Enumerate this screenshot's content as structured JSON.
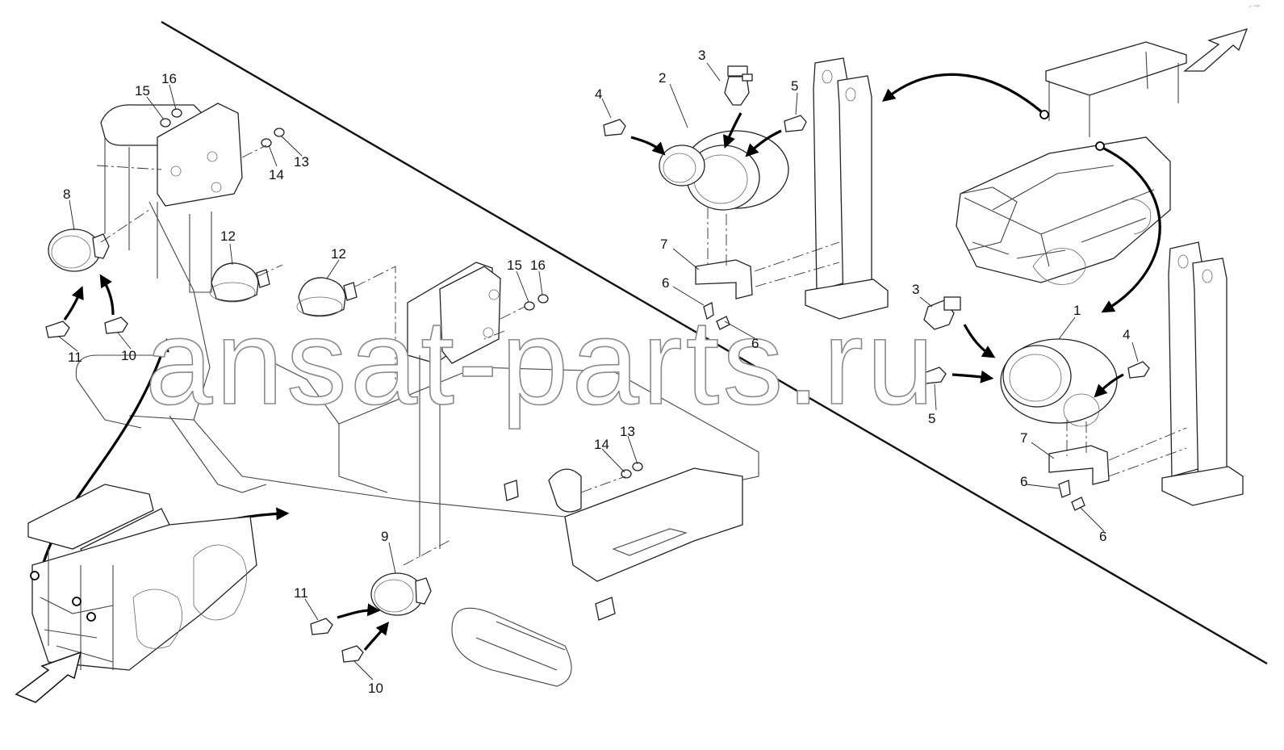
{
  "diagram": {
    "corner_mark": "⌐ ⁿⁿⁿ",
    "watermark": "ansat-parts.ru",
    "callouts": [
      {
        "id": "c1",
        "text": "1"
      },
      {
        "id": "c2",
        "text": "2"
      },
      {
        "id": "c3a",
        "text": "3"
      },
      {
        "id": "c3b",
        "text": "3"
      },
      {
        "id": "c4a",
        "text": "4"
      },
      {
        "id": "c4b",
        "text": "4"
      },
      {
        "id": "c5a",
        "text": "5"
      },
      {
        "id": "c5b",
        "text": "5"
      },
      {
        "id": "c6a",
        "text": "6"
      },
      {
        "id": "c6b",
        "text": "6"
      },
      {
        "id": "c6c",
        "text": "6"
      },
      {
        "id": "c6d",
        "text": "6"
      },
      {
        "id": "c7a",
        "text": "7"
      },
      {
        "id": "c7b",
        "text": "7"
      },
      {
        "id": "c8",
        "text": "8"
      },
      {
        "id": "c9",
        "text": "9"
      },
      {
        "id": "c10a",
        "text": "10"
      },
      {
        "id": "c10b",
        "text": "10"
      },
      {
        "id": "c11a",
        "text": "11"
      },
      {
        "id": "c11b",
        "text": "11"
      },
      {
        "id": "c12a",
        "text": "12"
      },
      {
        "id": "c12b",
        "text": "12"
      },
      {
        "id": "c13a",
        "text": "13"
      },
      {
        "id": "c13b",
        "text": "13"
      },
      {
        "id": "c14a",
        "text": "14"
      },
      {
        "id": "c14b",
        "text": "14"
      },
      {
        "id": "c15a",
        "text": "15"
      },
      {
        "id": "c15b",
        "text": "15"
      },
      {
        "id": "c16a",
        "text": "16"
      },
      {
        "id": "c16b",
        "text": "16"
      }
    ]
  }
}
